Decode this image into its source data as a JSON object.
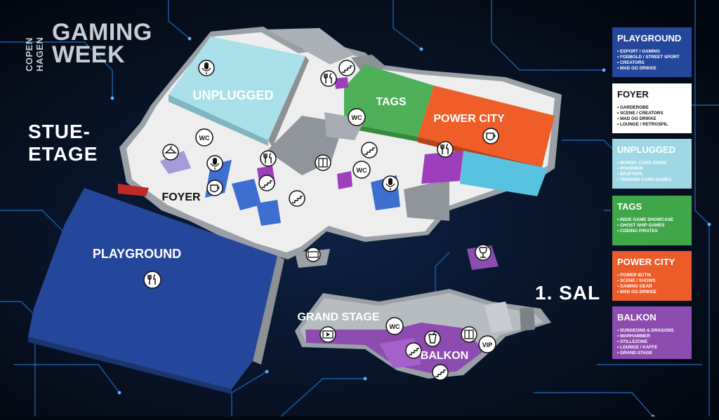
{
  "logo": {
    "small_line1": "COPEN",
    "small_line2": "HAGEN",
    "big_line1": "GAMING",
    "big_line2": "WEEK"
  },
  "floors": {
    "ground_line1": "STUE-",
    "ground_line2": "ETAGE",
    "first": "1. SAL"
  },
  "map_labels": {
    "unplugged": "UNPLUGGED",
    "tags": "TAGS",
    "power_city": "POWER CITY",
    "foyer": "FOYER",
    "playground": "PLAYGROUND",
    "grand_stage": "GRAND STAGE",
    "balkon": "BALKON",
    "wc": "WC",
    "vip": "VIP"
  },
  "legend": [
    {
      "title": "PLAYGROUND",
      "bg": "#24479b",
      "fg": "#ffffff",
      "items": [
        "ESPORT / GAMING",
        "FODBOLD / STREET SPORT",
        "CREATORS",
        "MAD OG DRIKKE"
      ]
    },
    {
      "title": "FOYER",
      "bg": "#ffffff",
      "fg": "#111111",
      "items": [
        "GARDEROBE",
        "SCENE / CREATORS",
        "MAD OG DRIKKE",
        "LOUNGE / RETROSPIL"
      ]
    },
    {
      "title": "UNPLUGGED",
      "bg": "#9fd8e4",
      "fg": "#ffffff",
      "items": [
        "NORDIC CARD SHOW",
        "POKÉMON",
        "BRÆTSPIL",
        "TRADING CARD GAMES"
      ]
    },
    {
      "title": "TAGS",
      "bg": "#3fa64a",
      "fg": "#ffffff",
      "items": [
        "INDIE GAME SHOWCASE",
        "GHOST SHIP GAMES",
        "CODING PIRATES"
      ]
    },
    {
      "title": "POWER CITY",
      "bg": "#ec5c2a",
      "fg": "#ffffff",
      "items": [
        "POWER BUTIK",
        "SCENE / SHOWS",
        "GAMING GEAR",
        "MAD OG DRIKKE"
      ]
    },
    {
      "title": "BALKON",
      "bg": "#8d4cb0",
      "fg": "#ffffff",
      "items": [
        "DUNGEONS & DRAGONS",
        "WARHAMMER",
        "STILLEZONE",
        "LOUNGE / KAFFE",
        "GRAND STAGE"
      ]
    }
  ],
  "colors": {
    "background": "#03070f",
    "circuit": "#1f7bd6",
    "wall": "#8c9196",
    "floor": "#f2f2f2"
  }
}
